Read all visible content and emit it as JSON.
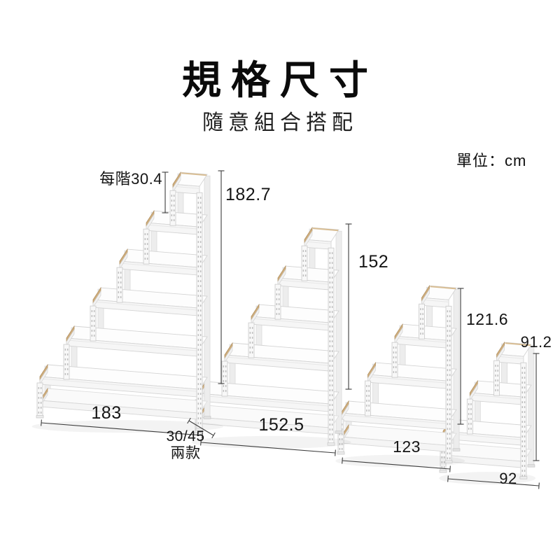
{
  "header": {
    "title": "規格尺寸",
    "subtitle": "隨意組合搭配",
    "unit_label": "單位：cm"
  },
  "annotations": {
    "step_height": "每階30.4",
    "depth_options": "30/45",
    "depth_options_note": "兩款"
  },
  "racks": [
    {
      "name": "rack-6-step",
      "steps": 6,
      "height_cm": "182.7",
      "width_cm": "183"
    },
    {
      "name": "rack-5-step",
      "steps": 5,
      "height_cm": "152",
      "width_cm": "152.5"
    },
    {
      "name": "rack-4-step",
      "steps": 4,
      "height_cm": "121.6",
      "width_cm": "123"
    },
    {
      "name": "rack-3-step",
      "steps": 3,
      "height_cm": "91.2",
      "width_cm": "92"
    }
  ],
  "colors": {
    "background": "#ffffff",
    "text": "#151515",
    "dimension_line": "#3d3d3d",
    "rack_white": "#f8f8f8",
    "rack_outline": "#d4d4d4",
    "plywood_edge": "#cfae7e"
  }
}
